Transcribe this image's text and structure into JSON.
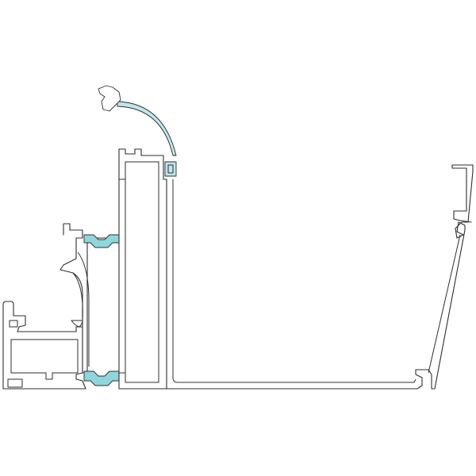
{
  "drawing": {
    "colors": {
      "background": "#ffffff",
      "outline": "#2e2e2e",
      "thermal_break": "#8fd6dc",
      "seal_gasket": "#bfe7ea"
    },
    "parts": [
      "sill-frame-profile",
      "sash-profile",
      "thermal-break-top",
      "thermal-break-bottom",
      "mullion-profile",
      "curved-glazing-seal",
      "gutter-channel-profile"
    ]
  }
}
